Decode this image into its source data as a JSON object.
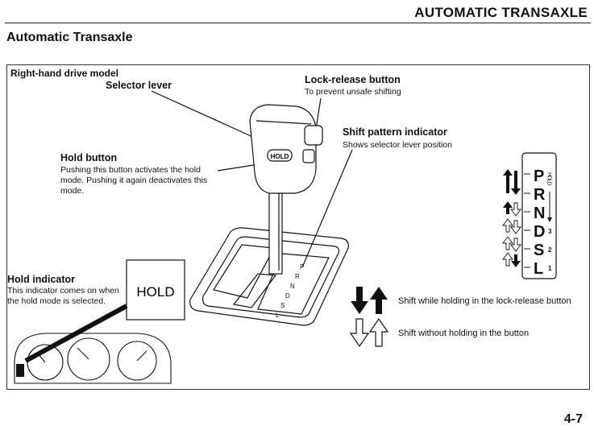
{
  "section_header": "AUTOMATIC TRANSAXLE",
  "page_title": "Automatic Transaxle",
  "figure": {
    "caption": "Right-hand drive model",
    "selector_lever": {
      "title": "Selector lever"
    },
    "lock_release": {
      "title": "Lock-release button",
      "desc": "To prevent unsafe shifting"
    },
    "shift_pattern": {
      "title": "Shift pattern indicator",
      "desc": "Shows selector lever position"
    },
    "hold_button": {
      "title": "Hold button",
      "desc_lines": [
        "Pushing this button activates the hold",
        "mode. Pushing it again deactivates this",
        "mode."
      ]
    },
    "hold_indicator": {
      "title": "Hold indicator",
      "desc_lines": [
        "This indicator comes on when",
        "the hold mode is selected."
      ],
      "display_text": "HOLD"
    },
    "knob_label": "HOLD",
    "gears": [
      "P",
      "R",
      "N",
      "D",
      "S",
      "L"
    ],
    "gear_subscripts": {
      "D": "3",
      "S": "2",
      "L": "1"
    },
    "hold_vertical_label": "HOLD",
    "legend": {
      "solid": "Shift while holding in the lock-release button",
      "outline": "Shift without holding in the button"
    }
  },
  "page_number": "4-7"
}
